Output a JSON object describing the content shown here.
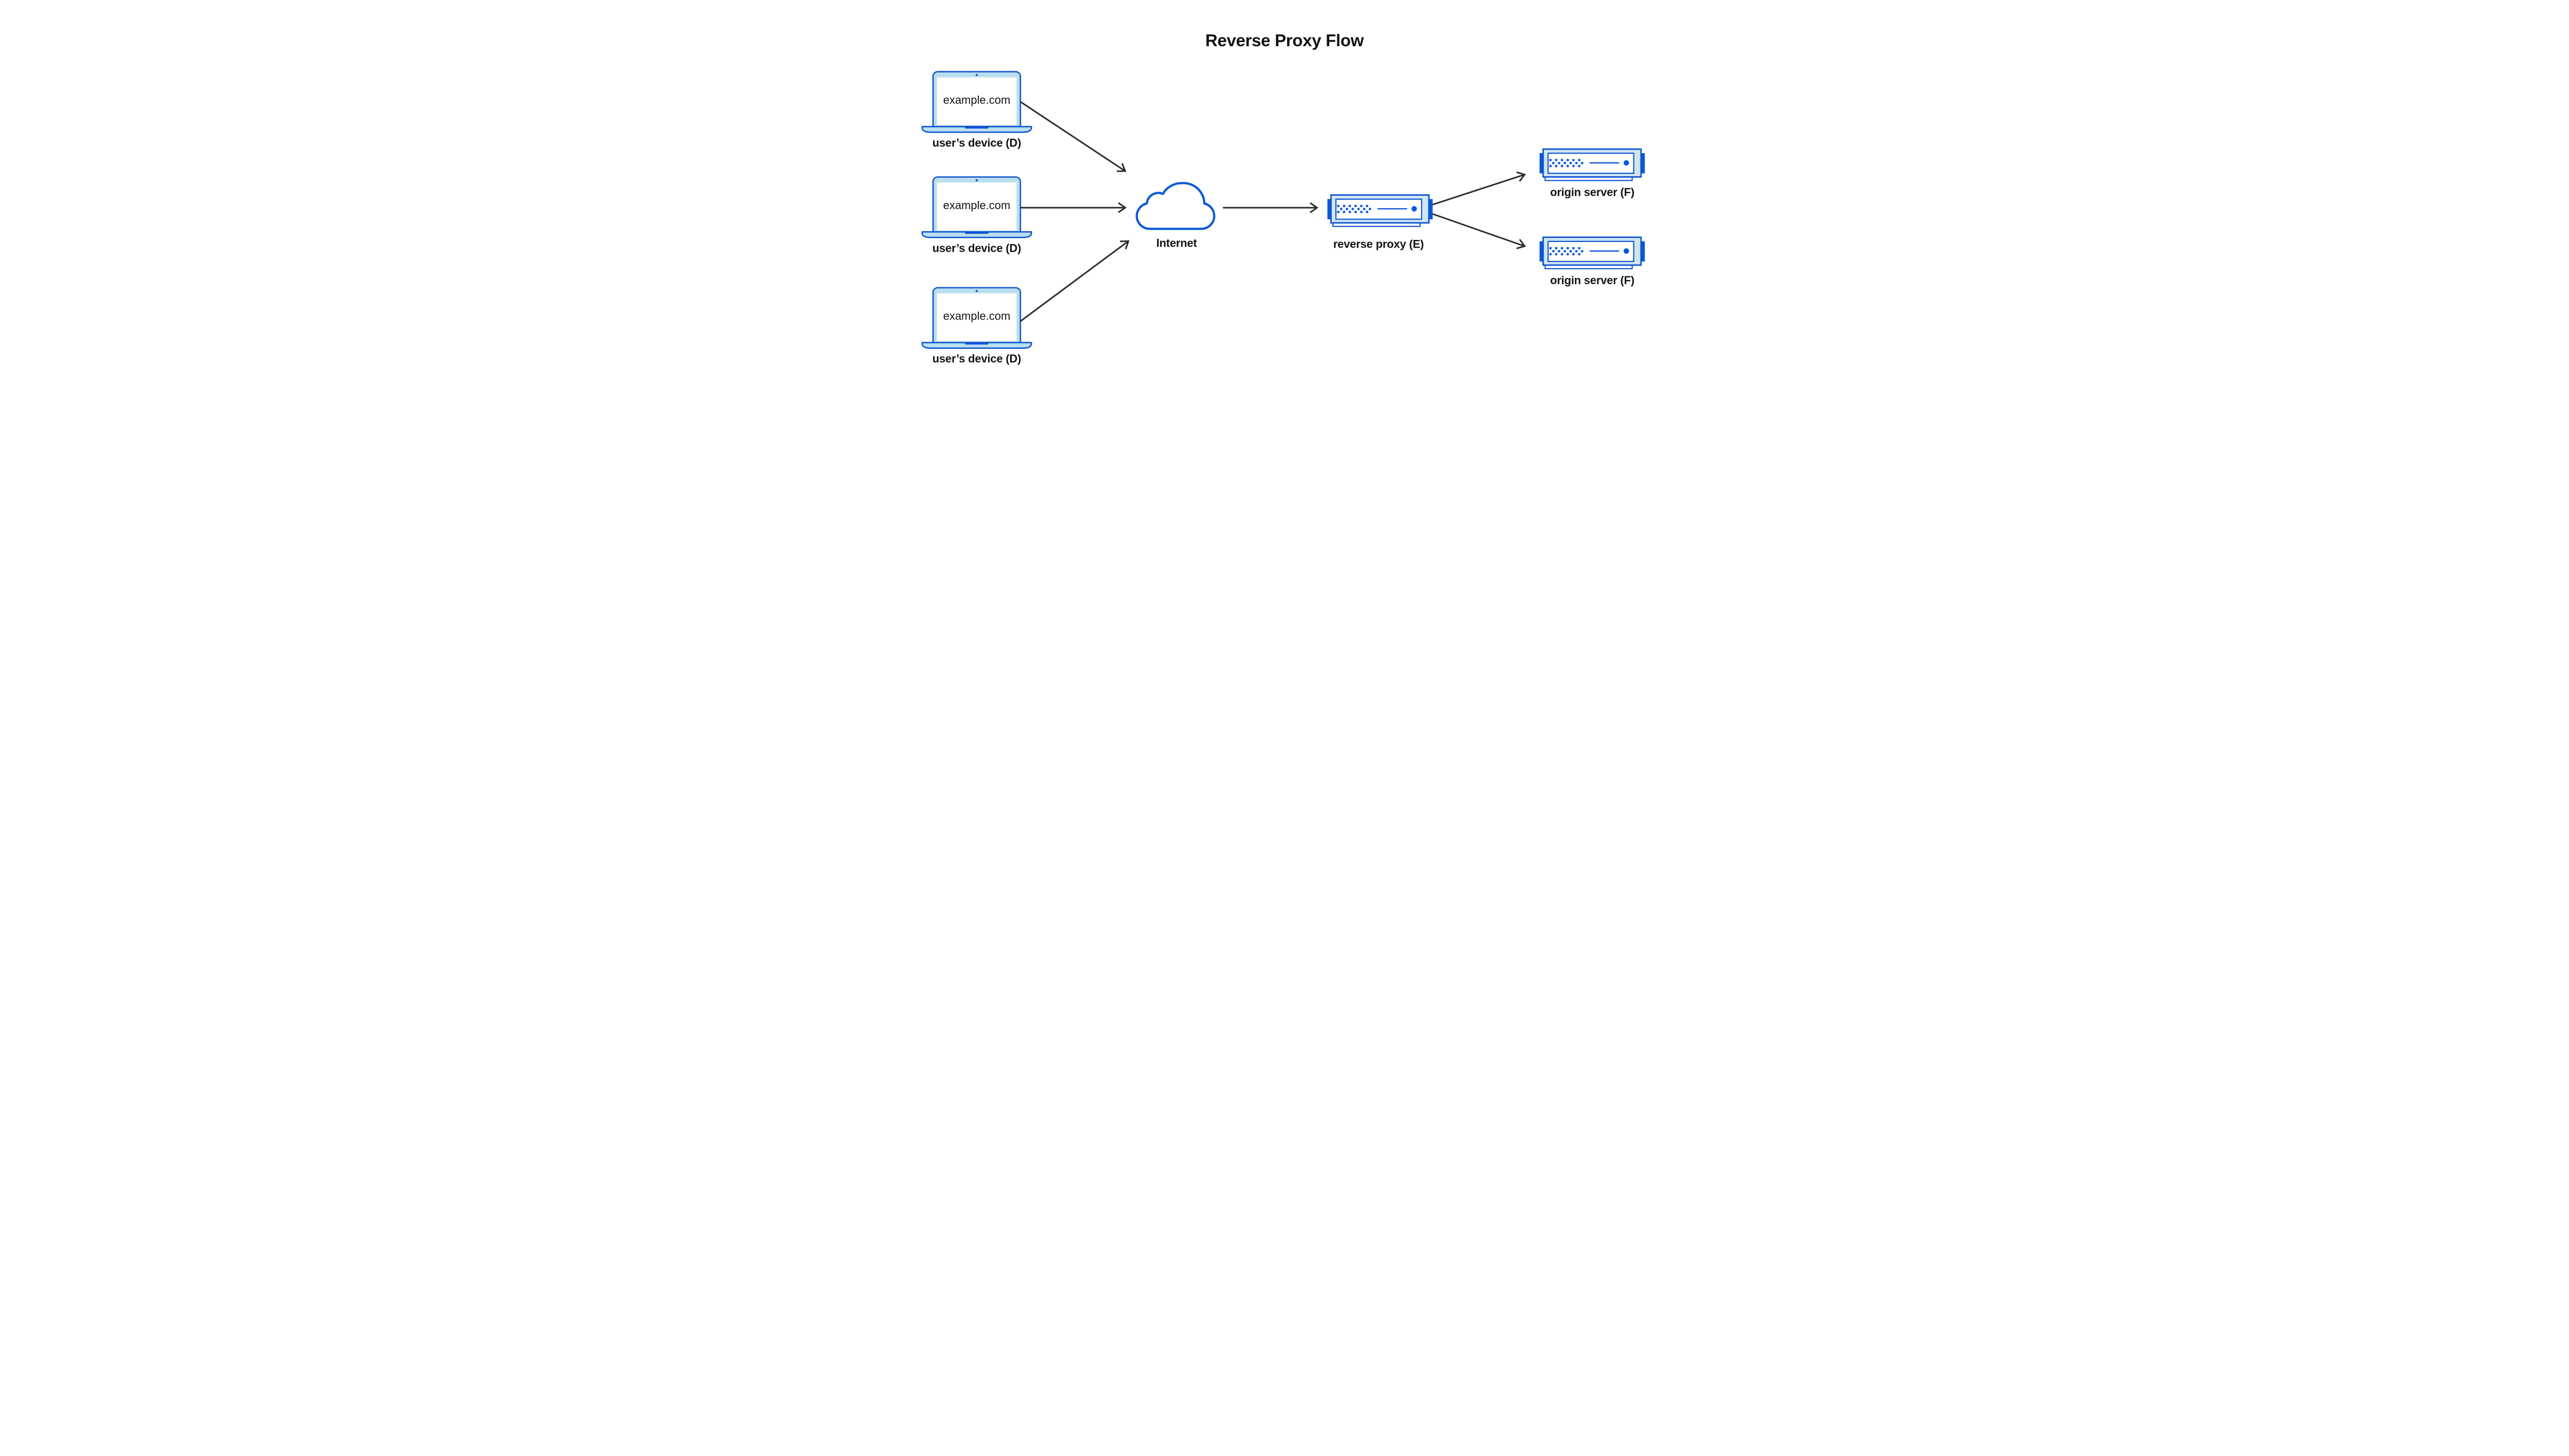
{
  "title": "Reverse Proxy Flow",
  "devices": [
    {
      "screen_text": "example.com",
      "label": "user’s device (D)"
    },
    {
      "screen_text": "example.com",
      "label": "user’s device (D)"
    },
    {
      "screen_text": "example.com",
      "label": "user’s device (D)"
    }
  ],
  "internet": {
    "label": "Internet"
  },
  "reverse_proxy": {
    "label": "reverse proxy (E)"
  },
  "origin_servers": [
    {
      "label": "origin server (F)"
    },
    {
      "label": "origin server (F)"
    }
  ],
  "icons": {
    "device": "laptop-icon",
    "internet": "cloud-icon",
    "proxy": "server-icon",
    "origin": "server-icon",
    "connector": "arrow-icon"
  },
  "colors": {
    "blue_stroke": "#0d53d1",
    "blue_accent": "#0e57d6",
    "laptop_light_blue": "#b9dfee",
    "server_light_blue": "#cfe5f0",
    "cloud_blue": "#0d5bd6",
    "arrow": "#2a2a2a",
    "text": "#131313",
    "background": "#ffffff"
  }
}
